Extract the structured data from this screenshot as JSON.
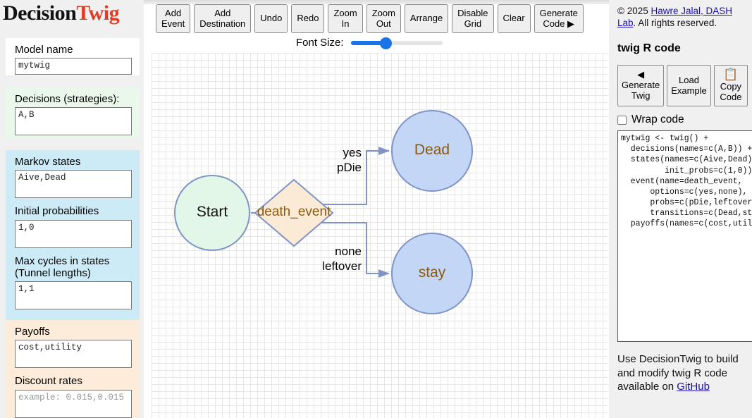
{
  "brand": {
    "part1": "Decision",
    "part2": "Twig"
  },
  "sidebar": {
    "fields": [
      {
        "label": "Model name",
        "value": "mytwig",
        "placeholder": ""
      },
      {
        "label": "Decisions (strategies):",
        "value": "A,B",
        "placeholder": ""
      },
      {
        "label": "Markov states",
        "value": "Aive,Dead",
        "placeholder": ""
      },
      {
        "label": "Initial probabilities",
        "value": "1,0",
        "placeholder": ""
      },
      {
        "label": "Max cycles in states (Tunnel lengths)",
        "value": "1,1",
        "placeholder": ""
      },
      {
        "label": "Payoffs",
        "value": "cost,utility",
        "placeholder": ""
      },
      {
        "label": "Discount rates",
        "value": "",
        "placeholder": "example: 0.015,0.015"
      }
    ]
  },
  "toolbar": {
    "buttons": [
      {
        "label": "Add\nEvent"
      },
      {
        "label": "Add\nDestination"
      },
      {
        "label": "Undo"
      },
      {
        "label": "Redo"
      },
      {
        "label": "Zoom\nIn"
      },
      {
        "label": "Zoom\nOut"
      },
      {
        "label": "Arrange"
      },
      {
        "label": "Disable\nGrid"
      },
      {
        "label": "Clear"
      },
      {
        "label": "Generate\nCode ▶"
      }
    ]
  },
  "fontsize": {
    "label": "Font Size:",
    "percent": 38
  },
  "diagram": {
    "nodes": [
      {
        "id": "start",
        "label": "Start",
        "shape": "circle",
        "fill": "#e3f7e8",
        "stroke": "#7f93c7",
        "textColor": "#111111"
      },
      {
        "id": "death_event",
        "label": "death_event",
        "shape": "diamond",
        "fill": "#fbead6",
        "stroke": "#7f93c7",
        "textColor": "#8a5a10"
      },
      {
        "id": "dead",
        "label": "Dead",
        "shape": "circle",
        "fill": "#c3d6f5",
        "stroke": "#7f93c7",
        "textColor": "#8a5a10"
      },
      {
        "id": "stay",
        "label": "stay",
        "shape": "circle",
        "fill": "#c3d6f5",
        "stroke": "#7f93c7",
        "textColor": "#8a5a10"
      }
    ],
    "edges": [
      {
        "from": "start",
        "to": "death_event",
        "label": ""
      },
      {
        "from": "death_event",
        "to": "dead",
        "label": "yes\npDie"
      },
      {
        "from": "death_event",
        "to": "stay",
        "label": "none\nleftover"
      }
    ],
    "edge_labels": [
      {
        "line1": "yes",
        "line2": "pDie"
      },
      {
        "line1": "none",
        "line2": "leftover"
      }
    ],
    "edgeColor": "#7f93c7"
  },
  "right": {
    "copyright_pre": "© 2025 ",
    "copyright_link": "Hawre Jalal, DASH Lab",
    "copyright_post": ". All rights reserved.",
    "title": "twig R code",
    "buttons": [
      {
        "glyph": "◀",
        "label": "Generate\nTwig"
      },
      {
        "glyph": "",
        "label": "Load\nExample"
      },
      {
        "glyph": "📋",
        "label": "Copy\nCode"
      }
    ],
    "wrap_label": "Wrap code",
    "wrap_checked": false,
    "code": "mytwig <- twig() +\n  decisions(names=c(A,B)) +\n  states(names=c(Aive,Dead),\n         init_probs=c(1,0)) +\n  event(name=death_event,\n      options=c(yes,none),\n      probs=c(pDie,leftover),\n      transitions=c(Dead,stay)) +\n  payoffs(names=c(cost,utility))",
    "footer_text": "Use DecisionTwig to build and modify twig R code available on ",
    "footer_link": "GitHub"
  }
}
